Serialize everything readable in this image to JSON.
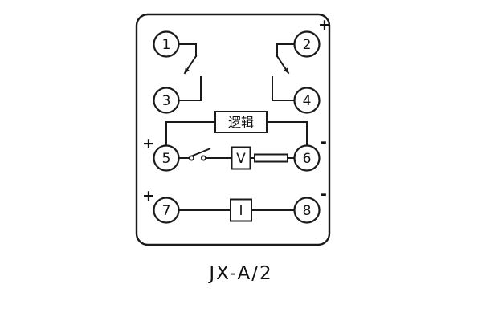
{
  "diagram": {
    "caption": "JX-A/2",
    "terminals": [
      {
        "number": "1"
      },
      {
        "number": "2"
      },
      {
        "number": "3"
      },
      {
        "number": "4"
      },
      {
        "number": "5"
      },
      {
        "number": "6"
      },
      {
        "number": "7"
      },
      {
        "number": "8"
      }
    ],
    "blocks": {
      "logic_label": "逻辑",
      "voltage_label": "V",
      "current_label": "I"
    },
    "polarity": {
      "terminal2_plus": "+",
      "terminal5_plus": "+",
      "terminal6_minus": "-",
      "terminal7_plus": "+",
      "terminal8_minus": "-"
    },
    "colors": {
      "line": "#1a1a1a",
      "background": "#ffffff"
    }
  }
}
